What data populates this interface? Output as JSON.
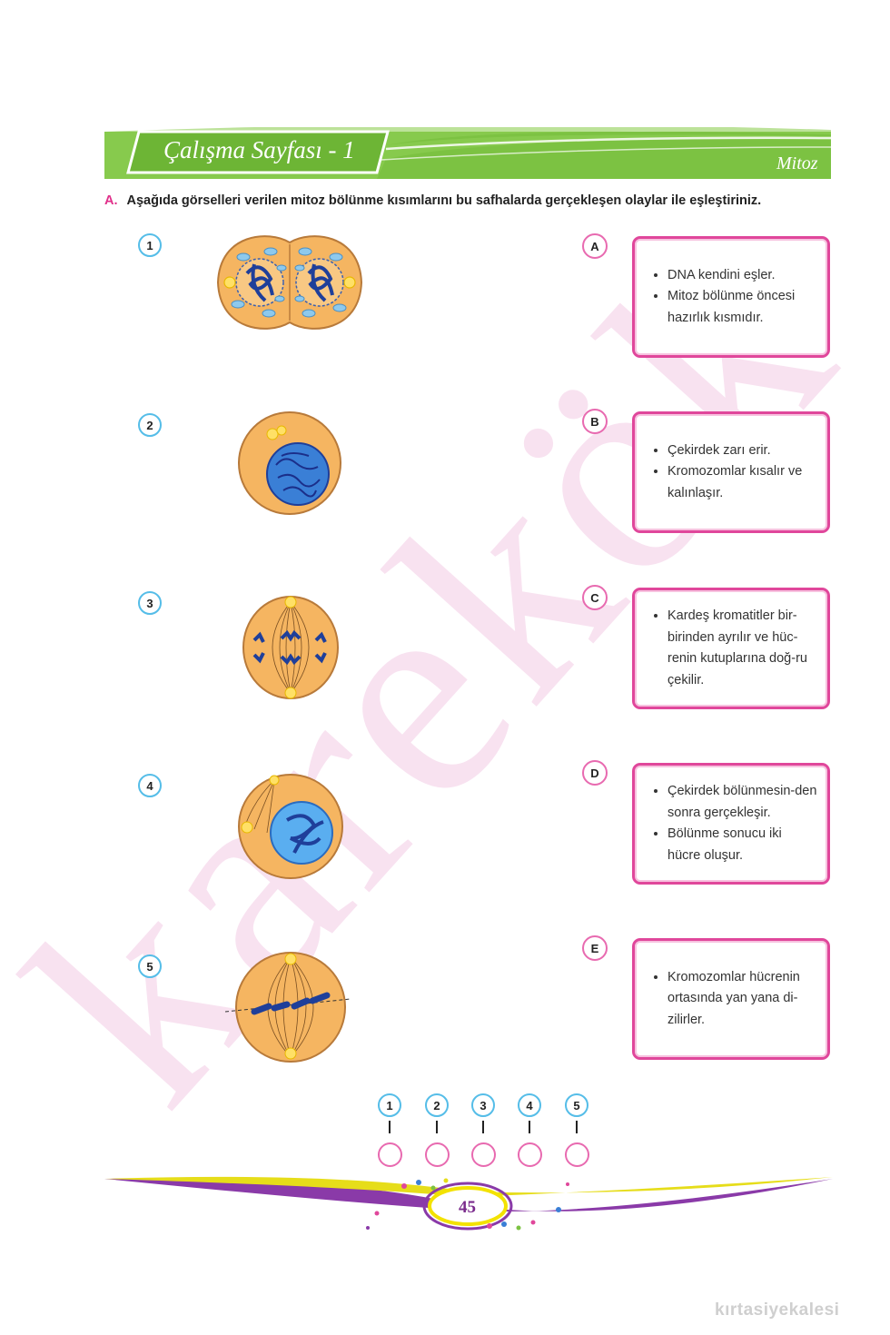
{
  "header": {
    "title": "Çalışma Sayfası - 1",
    "subject": "Mitoz",
    "green": "#7cc242"
  },
  "instruction": {
    "letter": "A.",
    "text": "Aşağıda görselleri verilen mitoz bölünme kısımlarını bu safhalarda gerçekleşen olaylar ile eşleştiriniz."
  },
  "phases": [
    {
      "number": "1",
      "icon": "cytokinesis-cell-icon"
    },
    {
      "number": "2",
      "icon": "interphase-cell-icon"
    },
    {
      "number": "3",
      "icon": "anaphase-cell-icon"
    },
    {
      "number": "4",
      "icon": "prophase-cell-icon"
    },
    {
      "number": "5",
      "icon": "metaphase-cell-icon"
    }
  ],
  "options": [
    {
      "letter": "A",
      "items": [
        "DNA kendini eşler.",
        "Mitoz bölünme öncesi hazırlık kısmıdır."
      ]
    },
    {
      "letter": "B",
      "items": [
        "Çekirdek zarı erir.",
        "Kromozomlar kısalır ve kalınlaşır."
      ]
    },
    {
      "letter": "C",
      "items": [
        "Kardeş kromatitler bir-birinden ayrılır ve hüc-renin kutuplarına doğ-ru çekilir."
      ]
    },
    {
      "letter": "D",
      "items": [
        "Çekirdek bölünmesin-den sonra gerçekleşir.",
        "Bölünme sonucu iki hücre oluşur."
      ]
    },
    {
      "letter": "E",
      "items": [
        "Kromozomlar hücrenin ortasında yan yana di-zilirler."
      ]
    }
  ],
  "answers": [
    "1",
    "2",
    "3",
    "4",
    "5"
  ],
  "watermark": "karekök",
  "page_number": "45",
  "credit": "kırtasiyekalesi",
  "colors": {
    "accent_pink": "#e0479b",
    "badge_blue": "#55bde8",
    "cell_orange": "#f5b561"
  }
}
